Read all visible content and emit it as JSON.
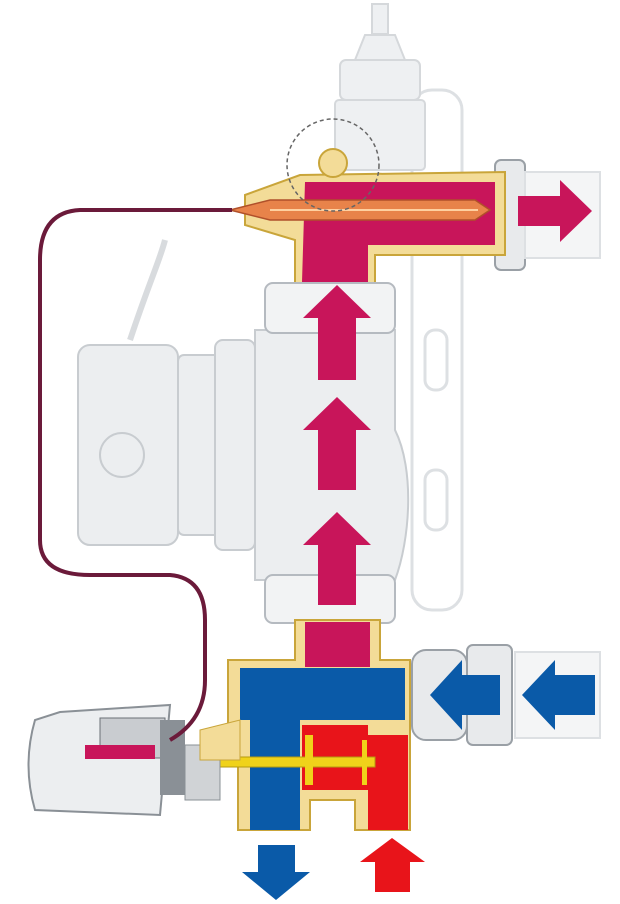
{
  "diagram": {
    "colors": {
      "hot_supply": "#c8155a",
      "cold_return": "#0a5aa8",
      "hot_inlet": "#e8141a",
      "brass_body": "#f3dc98",
      "brass_outline": "#c9a53a",
      "capillary": "#6b1a3a",
      "housing_grey": "#e6e8ea",
      "sensor_probe": "#e8834a",
      "valve_stem": "#f0d21a"
    },
    "parts": [
      "air-vent",
      "sensor-pocket",
      "immersion-sensor",
      "circulation-pump",
      "mixing-valve",
      "thermostatic-head",
      "capillary-tube",
      "manifold-bracket"
    ],
    "flow_arrows": [
      {
        "icon": "arrow-right-icon",
        "flow": "hot_supply"
      },
      {
        "icon": "arrow-up-icon",
        "flow": "hot_supply"
      },
      {
        "icon": "arrow-up-icon",
        "flow": "hot_supply"
      },
      {
        "icon": "arrow-up-icon",
        "flow": "hot_supply"
      },
      {
        "icon": "arrow-left-icon",
        "flow": "cold_return"
      },
      {
        "icon": "arrow-left-icon",
        "flow": "cold_return"
      },
      {
        "icon": "arrow-down-icon",
        "flow": "cold_return"
      },
      {
        "icon": "arrow-up-icon",
        "flow": "hot_inlet"
      }
    ]
  }
}
